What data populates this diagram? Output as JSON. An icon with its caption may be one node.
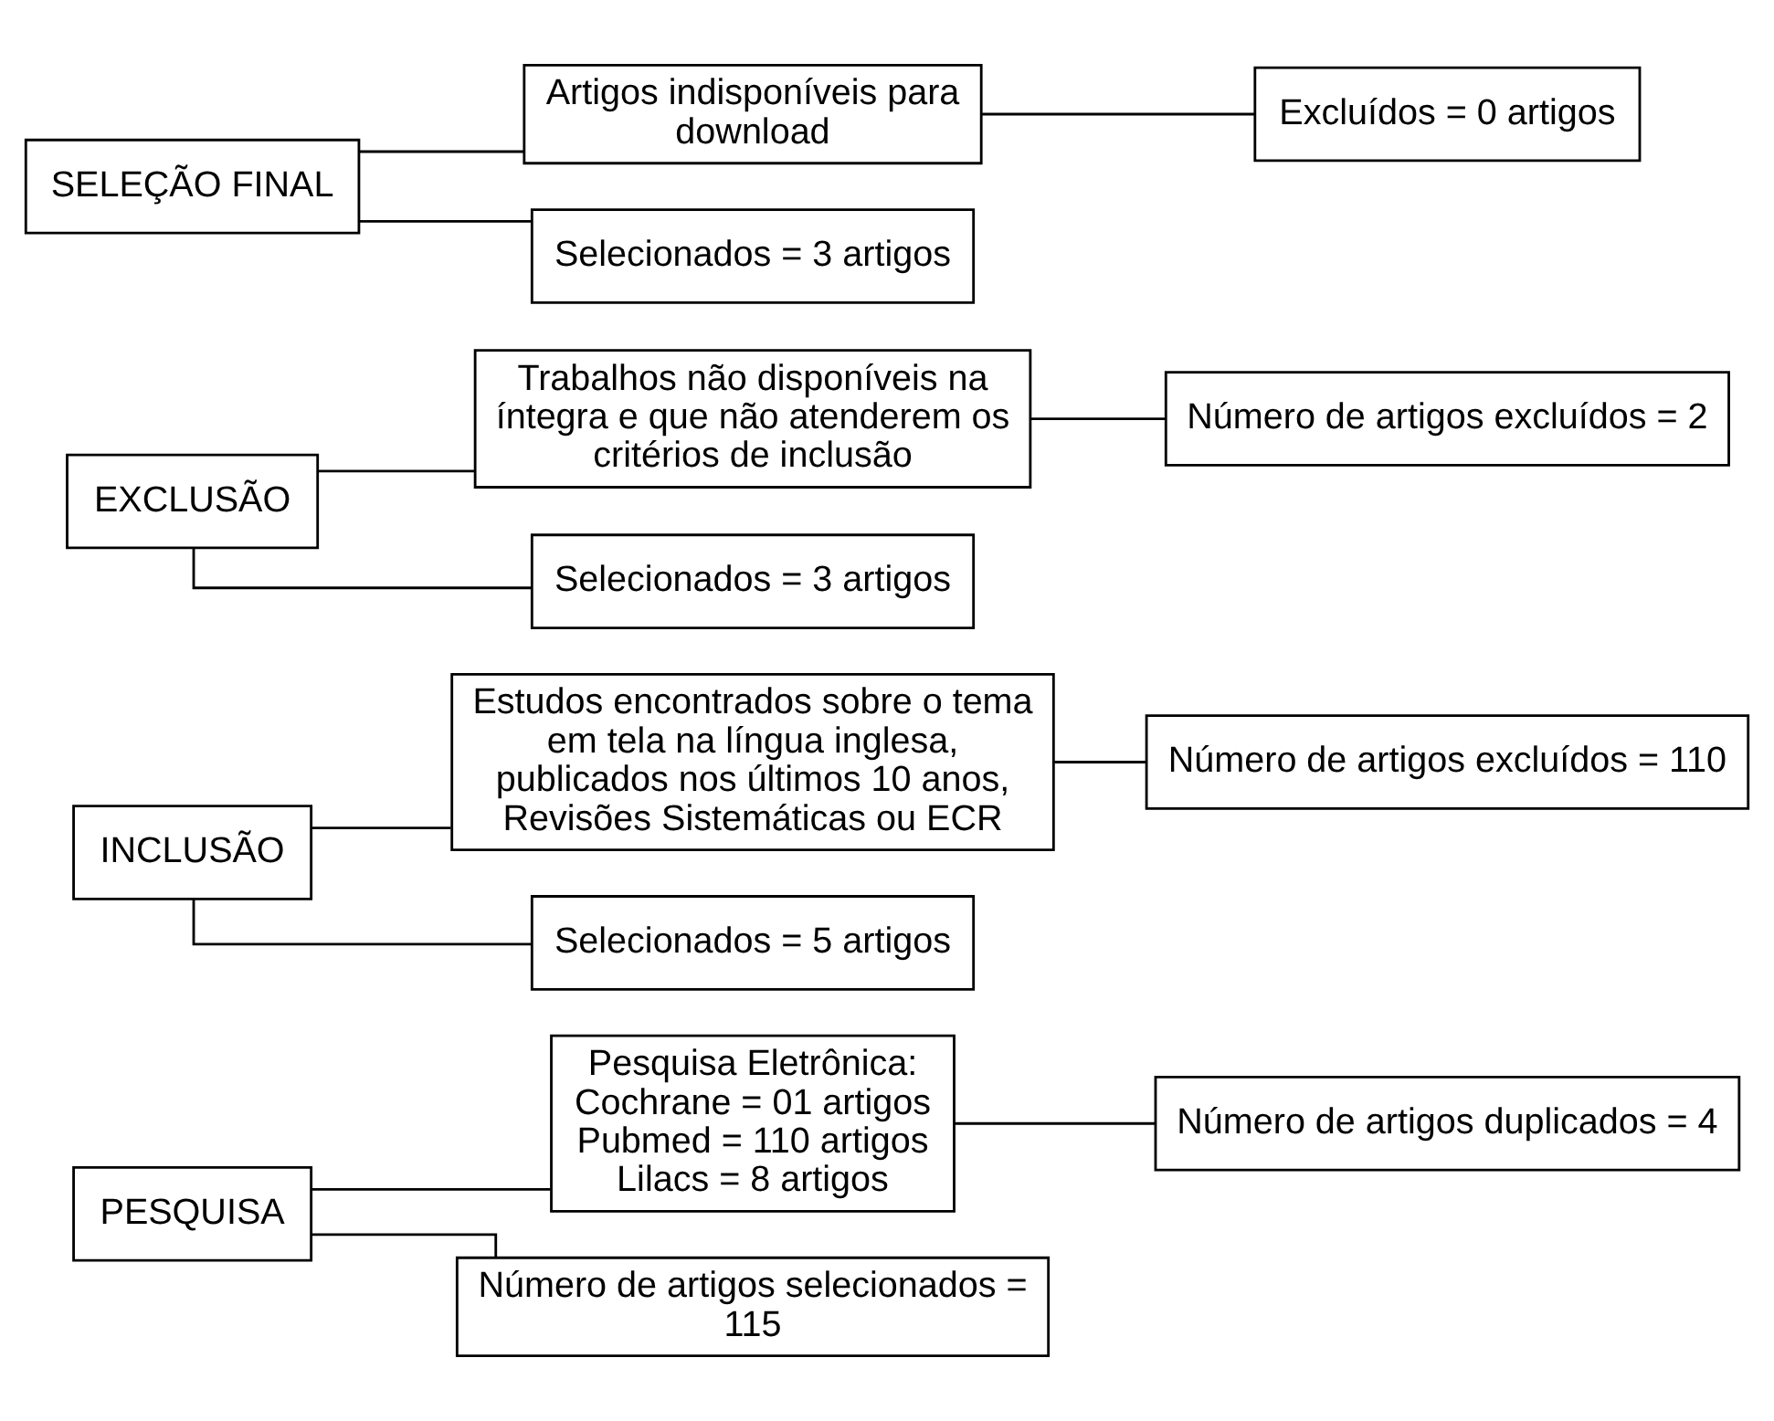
{
  "diagram": {
    "nodes": [
      {
        "text": [
          "PESQUISA"
        ]
      },
      {
        "text": [
          "Pesquisa Eletrônica:",
          "Cochrane = 01 artigos",
          "Pubmed = 110 artigos",
          "Lilacs = 8 artigos"
        ]
      },
      {
        "text": [
          "Número de artigos duplicados = 4"
        ]
      },
      {
        "text": [
          "Número de artigos selecionados = 115"
        ]
      },
      {
        "text": [
          "INCLUSÃO"
        ]
      },
      {
        "text": [
          "Estudos encontrados sobre o tema em tela na língua inglesa, publicados nos últimos 10 anos, Revisões Sistemáticas ou ECR"
        ]
      },
      {
        "text": [
          "Número de artigos excluídos = 110"
        ]
      },
      {
        "text": [
          "Selecionados = 5 artigos"
        ]
      },
      {
        "text": [
          "EXCLUSÃO"
        ]
      },
      {
        "text": [
          "Trabalhos não disponíveis na íntegra e que não atenderem os critérios de inclusão"
        ]
      },
      {
        "text": [
          "Número de artigos excluídos = 2"
        ]
      },
      {
        "text": [
          "Selecionados = 3 artigos"
        ]
      },
      {
        "text": [
          "SELEÇÃO FINAL"
        ]
      },
      {
        "text": [
          "Artigos indisponíveis para download"
        ]
      },
      {
        "text": [
          "Excluídos = 0 artigos"
        ]
      },
      {
        "text": [
          "Selecionados = 3 artigos"
        ]
      }
    ],
    "edges": [
      {
        "from": 0,
        "to": 1,
        "arrow": "none"
      },
      {
        "from": 0,
        "to": 3,
        "arrow": "none"
      },
      {
        "from": 1,
        "to": 2,
        "arrow": "none"
      },
      {
        "from": 4,
        "to": 5,
        "arrow": "none"
      },
      {
        "from": 4,
        "to": 7,
        "arrow": "none"
      },
      {
        "from": 5,
        "to": 6,
        "arrow": "none"
      },
      {
        "from": 8,
        "to": 9,
        "arrow": "none"
      },
      {
        "from": 8,
        "to": 11,
        "arrow": "none"
      },
      {
        "from": 9,
        "to": 10,
        "arrow": "none"
      },
      {
        "from": 12,
        "to": 13,
        "arrow": "none"
      },
      {
        "from": 12,
        "to": 15,
        "arrow": "none"
      },
      {
        "from": 13,
        "to": 14,
        "arrow": "none"
      }
    ]
  }
}
